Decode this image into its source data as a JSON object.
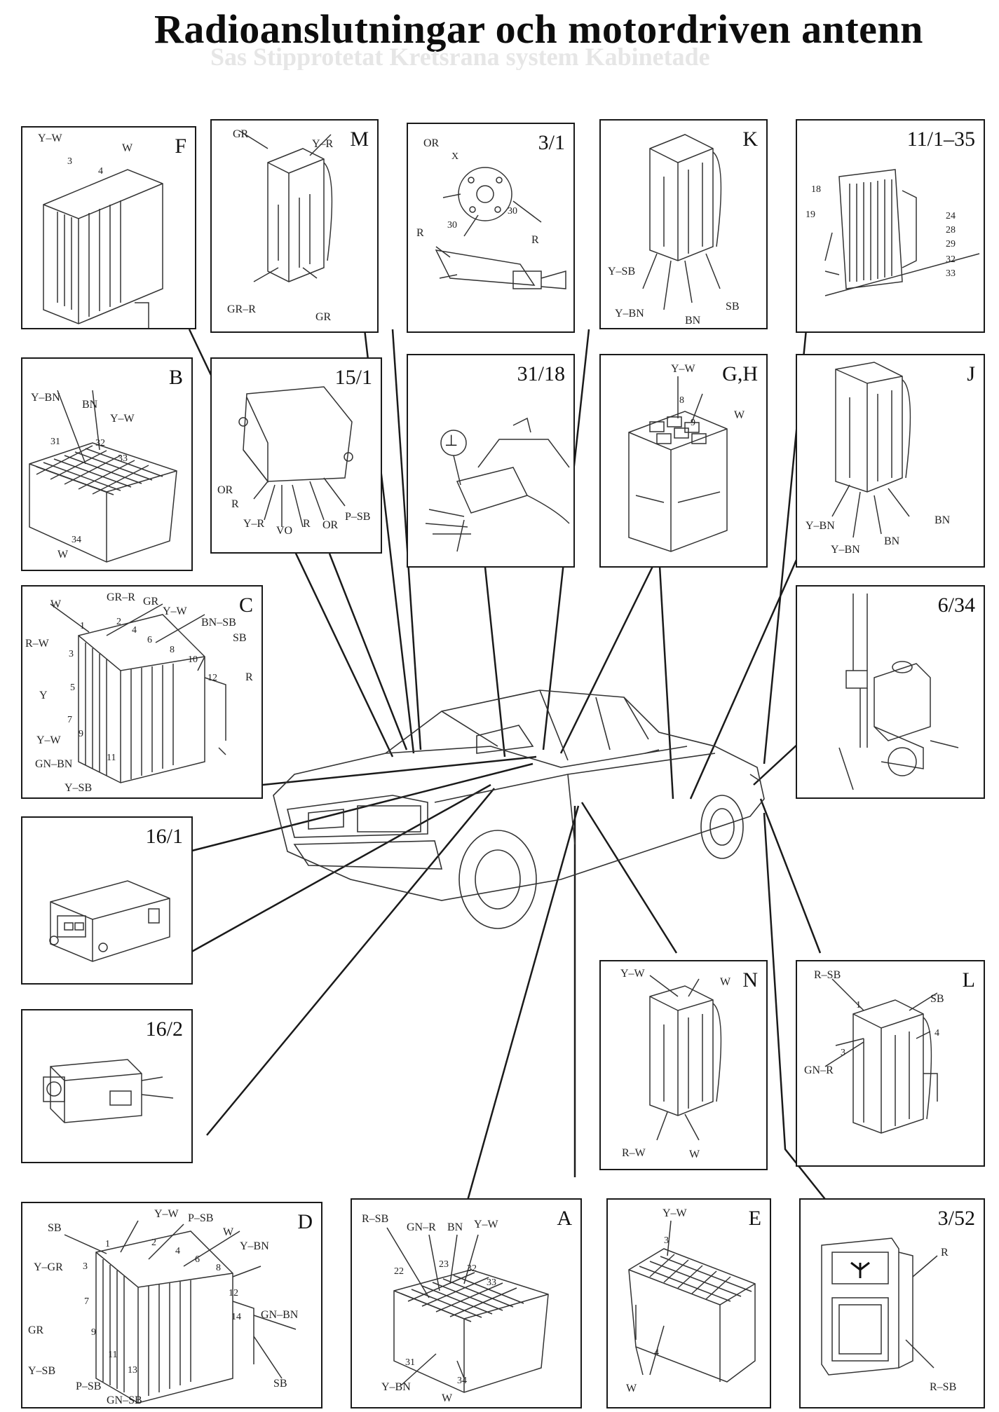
{
  "title": "Radioanslutningar och motordriven antenn",
  "ghost_text": "Sas Stipprotetat Kretsrana system Kabinetade",
  "panels": [
    {
      "id": "F",
      "labels": [
        "Y–W",
        "W",
        "3",
        "4"
      ]
    },
    {
      "id": "M",
      "labels": [
        "GR",
        "Y–R",
        "GR–R",
        "GR"
      ]
    },
    {
      "id": "3/1",
      "labels": [
        "OR",
        "X",
        "30",
        "30",
        "R",
        "R"
      ]
    },
    {
      "id": "K",
      "labels": [
        "Y–SB",
        "Y–BN",
        "BN",
        "SB"
      ]
    },
    {
      "id": "11/1–35",
      "labels": [
        "18",
        "19",
        "24",
        "28",
        "29",
        "32",
        "33"
      ]
    },
    {
      "id": "B",
      "labels": [
        "Y–BN",
        "BN",
        "Y–W",
        "31",
        "32",
        "33",
        "34",
        "W"
      ]
    },
    {
      "id": "15/1",
      "labels": [
        "OR",
        "R",
        "Y–R",
        "VO",
        "R",
        "OR",
        "P–SB"
      ]
    },
    {
      "id": "31/18",
      "labels": []
    },
    {
      "id": "G,H",
      "labels": [
        "Y–W",
        "8",
        "9",
        "W"
      ]
    },
    {
      "id": "J",
      "labels": [
        "Y–BN",
        "Y–BN",
        "BN",
        "BN"
      ]
    },
    {
      "id": "C",
      "labels": [
        "W",
        "GR–R",
        "GR",
        "Y–W",
        "BN–SB",
        "SB",
        "R–W",
        "1",
        "2",
        "4",
        "6",
        "8",
        "10",
        "12",
        "R",
        "3",
        "5",
        "Y",
        "7",
        "Y–W",
        "9",
        "GN–BN",
        "11",
        "Y–SB"
      ]
    },
    {
      "id": "6/34",
      "labels": []
    },
    {
      "id": "16/1",
      "labels": []
    },
    {
      "id": "16/2",
      "labels": []
    },
    {
      "id": "N",
      "labels": [
        "Y–W",
        "W",
        "R–W",
        "W"
      ]
    },
    {
      "id": "L",
      "labels": [
        "R–SB",
        "1",
        "SB",
        "4",
        "3",
        "GN–R"
      ]
    },
    {
      "id": "D",
      "labels": [
        "SB",
        "Y–W",
        "P–SB",
        "W",
        "Y–BN",
        "1",
        "2",
        "4",
        "6",
        "8",
        "Y–GR",
        "3",
        "7",
        "12",
        "GN–BN",
        "14",
        "GR",
        "9",
        "11",
        "Y–SB",
        "13",
        "P–SB",
        "GN–SB",
        "SB"
      ]
    },
    {
      "id": "A",
      "labels": [
        "R–SB",
        "GN–R",
        "BN",
        "Y–W",
        "22",
        "23",
        "32",
        "33",
        "31",
        "Y–BN",
        "34",
        "W"
      ]
    },
    {
      "id": "E",
      "labels": [
        "Y–W",
        "3",
        "4",
        "W"
      ]
    },
    {
      "id": "3/52",
      "labels": [
        "R",
        "R–SB"
      ]
    }
  ]
}
